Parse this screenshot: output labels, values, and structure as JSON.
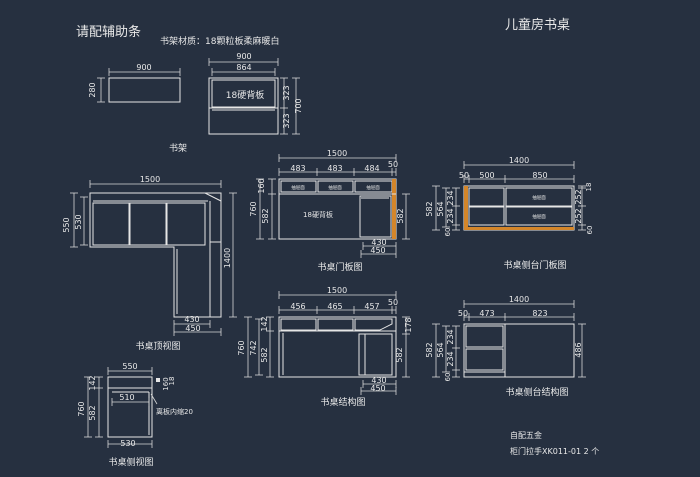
{
  "header": {
    "note": "请配辅助条",
    "material": "书架材质：18颗粒板柔麻暖白",
    "title": "儿童房书桌"
  },
  "views": {
    "shelf": {
      "label": "书架",
      "front": {
        "width": "900",
        "height": "280"
      },
      "top": {
        "outer": "900",
        "inner": "864",
        "h1": "323",
        "h2": "700",
        "h3": "323",
        "back": "18硬背板"
      }
    },
    "desk_top": {
      "label": "书桌顶视图",
      "width": "1500",
      "d1": "550",
      "d2": "530",
      "length": "1400",
      "w1": "430",
      "w2": "450"
    },
    "desk_door": {
      "label": "书桌门板图",
      "width": "1500",
      "c1": "483",
      "c2": "483",
      "c3": "484",
      "c4": "50",
      "h1": "160",
      "h2": "760",
      "h3": "582",
      "h4": "582",
      "b1": "430",
      "b2": "450",
      "drawer": "抽屉面",
      "back": "18硬背板"
    },
    "side_door": {
      "label": "书桌侧台门板图",
      "width": "1400",
      "c1": "50",
      "c2": "500",
      "c3": "850",
      "h1": "582",
      "h2": "564",
      "h3": "234",
      "h4": "234",
      "h5": "60",
      "r1": "18",
      "r2": "252",
      "r3": "252",
      "r4": "60",
      "drawer": "抽屉面"
    },
    "desk_struct": {
      "label": "书桌结构图",
      "width": "1500",
      "c1": "456",
      "c2": "465",
      "c3": "457",
      "c4": "50",
      "h1": "142",
      "h2": "760",
      "h3": "742",
      "h4": "582",
      "r1": "178",
      "r2": "582",
      "b1": "430",
      "b2": "450"
    },
    "side_struct": {
      "label": "书桌侧台结构图",
      "width": "1400",
      "c1": "50",
      "c2": "473",
      "c3": "823",
      "h1": "582",
      "h2": "564",
      "h3": "234",
      "h4": "234",
      "h5": "60",
      "r1": "486"
    },
    "desk_side": {
      "label": "书桌侧视图",
      "top": "550",
      "inner": "510",
      "bottom": "530",
      "h1": "142",
      "h2": "760",
      "h3": "582",
      "r1": "18",
      "r2": "160",
      "note": "离板内缩20"
    }
  },
  "hardware": {
    "title": "自配五金",
    "item": "柜门拉手XK011-01  2 个"
  },
  "colors": {
    "background": "#263040",
    "line": "#e6e6e6",
    "accent": "#d4862a"
  }
}
